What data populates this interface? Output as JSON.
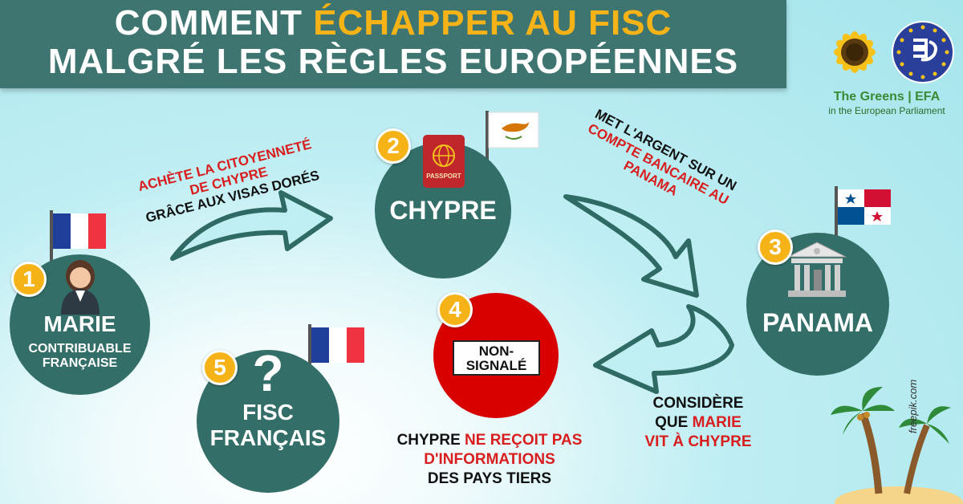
{
  "title": {
    "line1_a": "COMMENT ",
    "line1_b": "ÉCHAPPER AU FISC",
    "line2": "MALGRÉ LES RÈGLES EUROPÉENNES"
  },
  "logo": {
    "line1": "The Greens | EFA",
    "line2": "in the European Parliament"
  },
  "colors": {
    "circle": "#336f68",
    "banner": "#3e7570",
    "accent_yellow": "#f6b317",
    "accent_red": "#d81e1e",
    "stop_red": "#d90000"
  },
  "steps": {
    "marie": {
      "number": "1",
      "name": "MARIE",
      "subtitle_1": "CONTRIBUABLE",
      "subtitle_2": "FRANÇAISE"
    },
    "chypre": {
      "number": "2",
      "name": "CHYPRE",
      "passport_label": "PASSPORT"
    },
    "panama": {
      "number": "3",
      "name": "PANAMA"
    },
    "non_signale": {
      "number": "4",
      "label_1": "NON-",
      "label_2": "SIGNALÉ"
    },
    "fisc": {
      "number": "5",
      "symbol": "?",
      "name_1": "FISC",
      "name_2": "FRANÇAIS"
    }
  },
  "captions": {
    "step1": {
      "line1": "ACHÈTE LA CITOYENNETÉ",
      "line2": "DE CHYPRE",
      "line3": "GRÂCE AUX VISAS DORÉS"
    },
    "step2": {
      "line1": "MET L'ARGENT SUR UN",
      "line2": "COMPTE BANCAIRE AU",
      "line3": "PANAMA"
    },
    "step3": {
      "line1": "CONSIDÈRE",
      "line2_a": "QUE ",
      "line2_b": "MARIE",
      "line3": "VIT À CHYPRE"
    },
    "step4": {
      "line1_a": "CHYPRE ",
      "line1_b": "NE REÇOIT PAS",
      "line2": "D'INFORMATIONS",
      "line3": "DES PAYS TIERS"
    }
  },
  "credit": "freepik.com"
}
